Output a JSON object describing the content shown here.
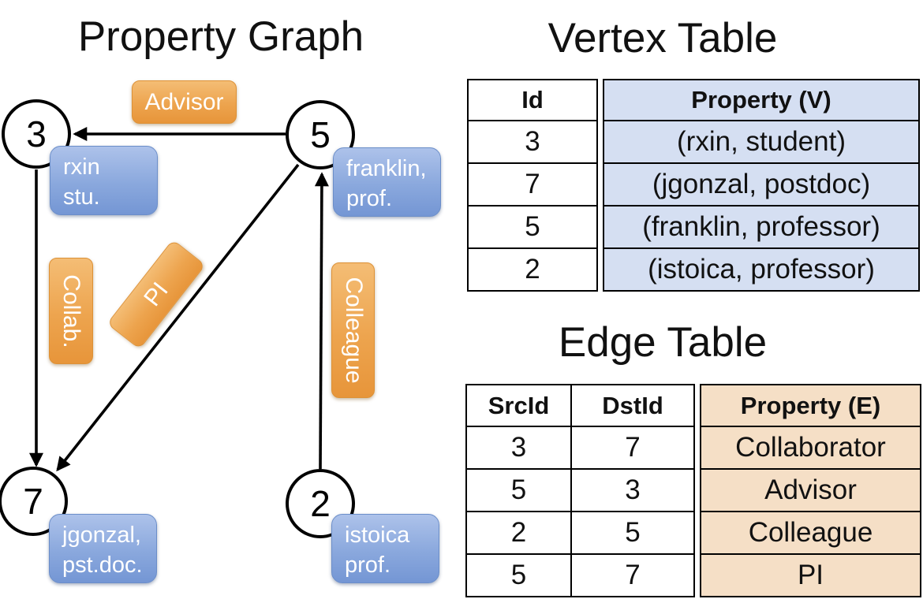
{
  "graph": {
    "title": "Property Graph",
    "nodes": [
      {
        "id": "3",
        "label_lines": [
          "rxin",
          "stu."
        ]
      },
      {
        "id": "5",
        "label_lines": [
          "franklin,",
          "prof."
        ]
      },
      {
        "id": "7",
        "label_lines": [
          "jgonzal,",
          "pst.doc."
        ]
      },
      {
        "id": "2",
        "label_lines": [
          "istoica",
          "prof."
        ]
      }
    ],
    "edge_labels": {
      "advisor": "Advisor",
      "collab": "Collab.",
      "pi": "PI",
      "colleague": "Colleague"
    }
  },
  "vertex_table": {
    "title": "Vertex Table",
    "columns": [
      "Id",
      "Property (V)"
    ],
    "rows": [
      [
        "3",
        "(rxin, student)"
      ],
      [
        "7",
        "(jgonzal, postdoc)"
      ],
      [
        "5",
        "(franklin, professor)"
      ],
      [
        "2",
        "(istoica, professor)"
      ]
    ]
  },
  "edge_table": {
    "title": "Edge Table",
    "columns": [
      "SrcId",
      "DstId",
      "Property (E)"
    ],
    "rows": [
      [
        "3",
        "7",
        "Collaborator"
      ],
      [
        "5",
        "3",
        "Advisor"
      ],
      [
        "2",
        "5",
        "Colleague"
      ],
      [
        "5",
        "7",
        "PI"
      ]
    ]
  },
  "colors": {
    "node_fill": "#ffffff",
    "node_stroke": "#000000",
    "vertex_box_blue": "#8aa8dd",
    "edge_label_orange": "#eda44e",
    "vertex_table_fill": "#d5dff2",
    "edge_table_fill": "#f5dfc6"
  }
}
